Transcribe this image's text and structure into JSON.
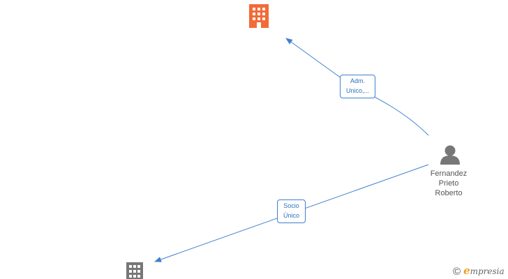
{
  "nodes": {
    "company_top": {
      "icon": "building-icon",
      "color": "#f26b38"
    },
    "company_bottom": {
      "icon": "building-icon",
      "color": "#777777"
    },
    "person": {
      "icon": "person-icon",
      "color": "#777777",
      "name_lines": [
        "Fernandez",
        "Prieto",
        "Roberto"
      ]
    }
  },
  "edges": {
    "admin": {
      "label_lines": [
        "Adm.",
        "Unico,..."
      ]
    },
    "socio": {
      "label_lines": [
        "Socio",
        "Único"
      ]
    }
  },
  "colors": {
    "edge": "#3f7fd0"
  },
  "watermark": {
    "symbol": "©",
    "brand_initial": "e",
    "brand_rest": "mpresia"
  }
}
